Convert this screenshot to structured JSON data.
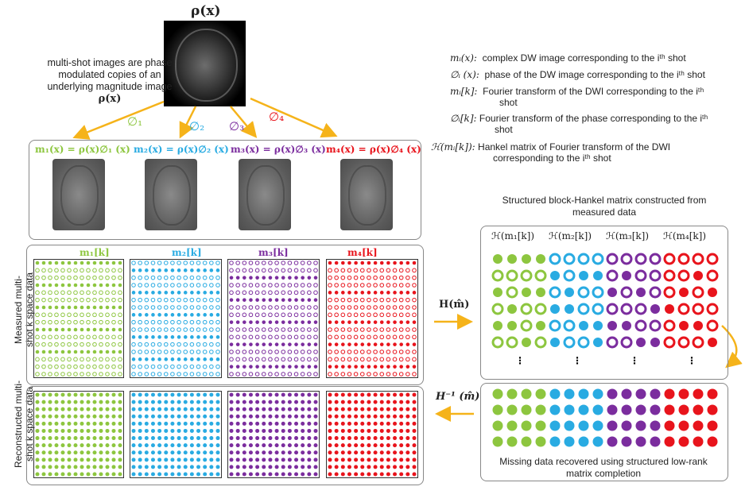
{
  "title": "ρ(x)",
  "intro": {
    "line1": "multi-shot images are phase",
    "line2": "modulated copies of an",
    "line3": "underlying magnitude image",
    "symbol": "ρ(x)"
  },
  "phases": [
    {
      "label": "∅₁",
      "color": "#8dc63f"
    },
    {
      "label": "∅₂",
      "color": "#29abe2"
    },
    {
      "label": "∅₃",
      "color": "#7b2d9e"
    },
    {
      "label": "∅₄",
      "color": "#e8141c"
    }
  ],
  "equations": [
    {
      "text": "m₁(x) = ρ(x)∅₁ (x)",
      "color": "#8dc63f"
    },
    {
      "text": "m₂(x) = ρ(x)∅₂ (x)",
      "color": "#29abe2"
    },
    {
      "text": "m₃(x) = ρ(x)∅₃ (x)",
      "color": "#7b2d9e"
    },
    {
      "text": "m₄(x) = ρ(x)∅₄ (x)",
      "color": "#e8141c"
    }
  ],
  "kspace_labels": [
    "m₁[k]",
    "m₂[k]",
    "m₃[k]",
    "m₄[k]"
  ],
  "side_labels": {
    "measured": [
      "Measured multi-",
      "shot k space data"
    ],
    "reconstructed": [
      "Reconstructed multi-",
      "shot k space data"
    ]
  },
  "operators": {
    "forward": "H(m̂)",
    "inverse": "H⁻¹ (m̂)"
  },
  "legend": [
    {
      "symbol": "mᵢ(x):",
      "text": "complex DW image corresponding to the iᵗʰ shot"
    },
    {
      "symbol": "∅ᵢ (x):",
      "text": "phase of the DW image corresponding to the iᵗʰ shot"
    },
    {
      "symbol": "mᵢ[k]:",
      "text": "Fourier transform of the DWI corresponding to the iᵗʰ",
      "text2": "shot"
    },
    {
      "symbol": "∅ᵢ[k]:",
      "text": "Fourier transform of the phase corresponding to the iᵗʰ",
      "text2": "shot"
    },
    {
      "symbol": "ℋ(mᵢ[k]):",
      "text": "Hankel matrix of Fourier transform of the DWI",
      "text2": "corresponding to the iᵗʰ shot"
    }
  ],
  "hankel_caption": [
    "Structured block-Hankel matrix constructed from",
    "measured data"
  ],
  "hankel_labels": [
    "ℋ(m₁[k])",
    "ℋ(m₂[k])",
    "ℋ(m₃[k])",
    "ℋ(m₄[k])"
  ],
  "recovery_caption": [
    "Missing data recovered using structured low-rank",
    "matrix completion"
  ],
  "colors": {
    "green": "#8dc63f",
    "blue": "#29abe2",
    "purple": "#7b2d9e",
    "red": "#e8141c",
    "arrow": "#f5b31a"
  }
}
